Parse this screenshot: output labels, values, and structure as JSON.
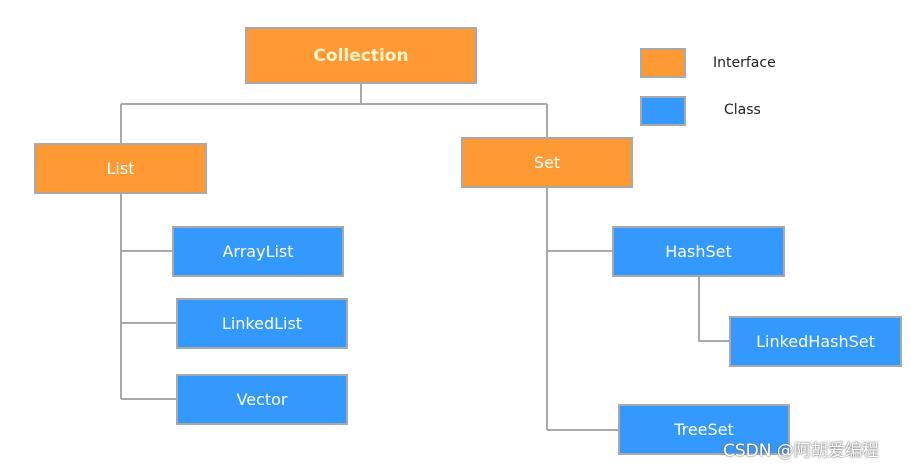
{
  "colors": {
    "interface": "#ff9933",
    "class": "#3399ff",
    "line": "#a9a9a9"
  },
  "legend": {
    "interface": "Interface",
    "class": "Class"
  },
  "nodes": {
    "collection": "Collection",
    "list": "List",
    "set": "Set",
    "arraylist": "ArrayList",
    "linkedlist": "LinkedList",
    "vector": "Vector",
    "hashset": "HashSet",
    "linkedhashset": "LinkedHashSet",
    "treeset": "TreeSet"
  },
  "watermark": "CSDN @阿胡爱编程"
}
